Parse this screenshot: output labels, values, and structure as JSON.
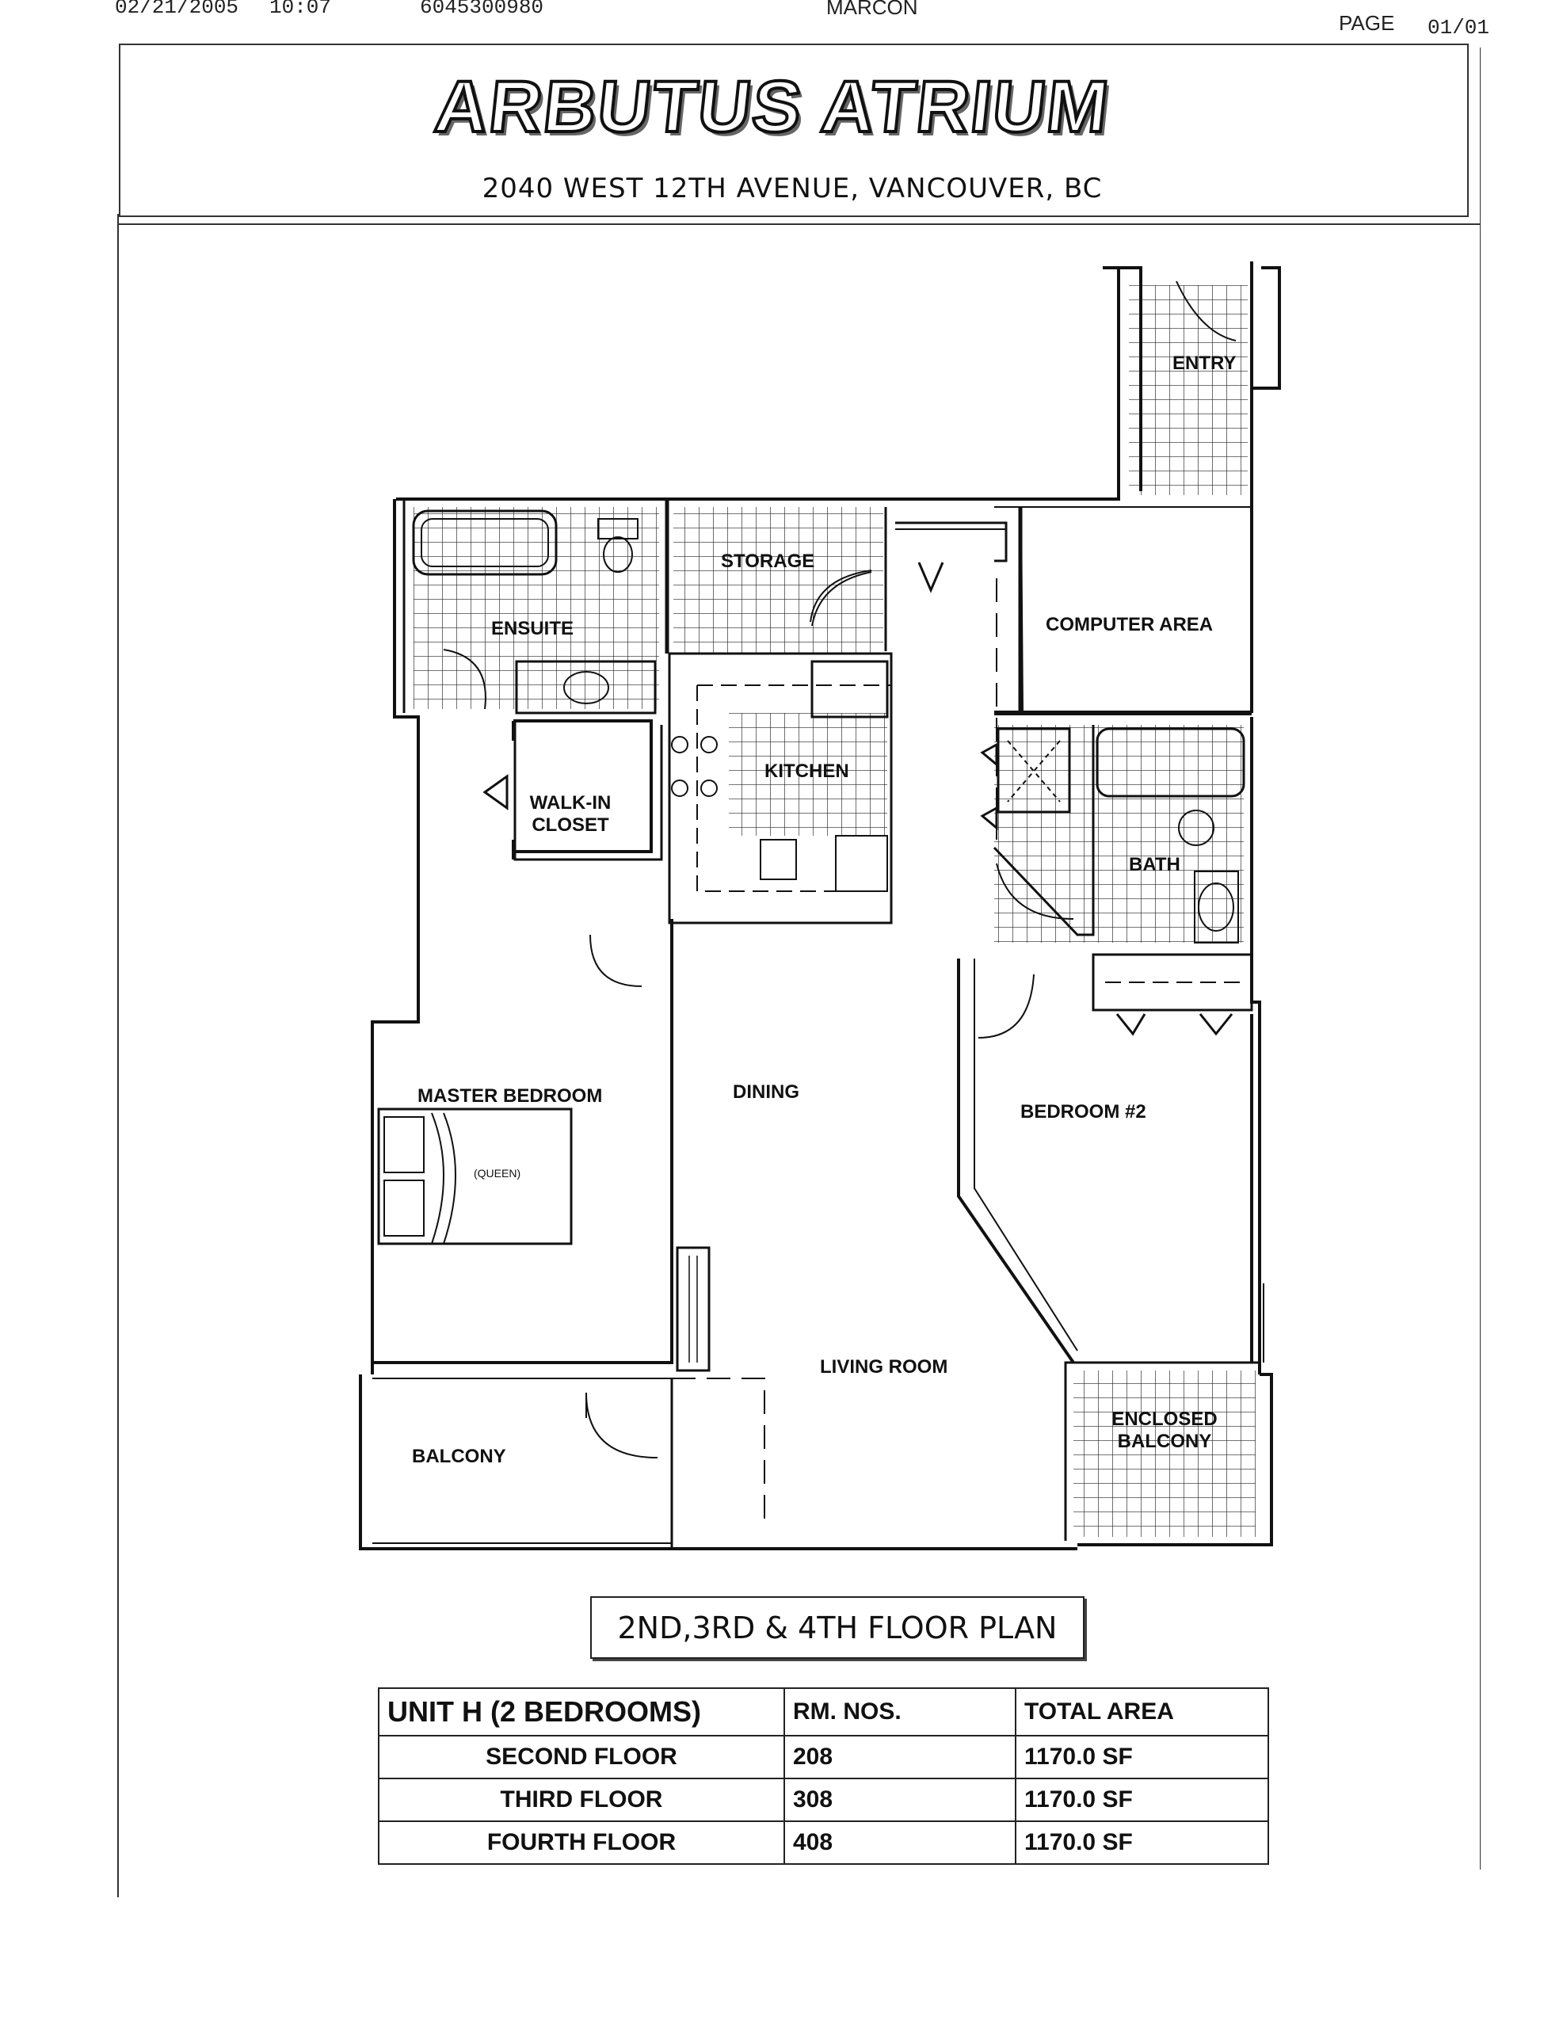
{
  "fax_header": {
    "date": "02/21/2005",
    "time": "10:07",
    "phone": "6045300980",
    "sender": "MARCON",
    "page_label": "PAGE",
    "page_number": "01/01"
  },
  "title": {
    "logo_text": "ARBUTUS ATRIUM",
    "address": "2040 WEST 12TH AVENUE, VANCOUVER, BC"
  },
  "rooms": {
    "entry": "ENTRY",
    "storage": "STORAGE",
    "ensuite": "ENSUITE",
    "computer_area": "COMPUTER AREA",
    "kitchen": "KITCHEN",
    "walk_in_closet_1": "WALK-IN",
    "walk_in_closet_2": "CLOSET",
    "bath": "BATH",
    "master_bedroom": "MASTER BEDROOM",
    "queen": "(QUEEN)",
    "dining": "DINING",
    "bedroom2": "BEDROOM #2",
    "living_room": "LIVING ROOM",
    "enclosed_balcony_1": "ENCLOSED",
    "enclosed_balcony_2": "BALCONY",
    "balcony": "BALCONY"
  },
  "plan_title": "2ND,3RD & 4TH FLOOR PLAN",
  "unit_table": {
    "headers": [
      "UNIT H (2 BEDROOMS)",
      "RM. NOS.",
      "TOTAL AREA"
    ],
    "rows": [
      {
        "floor": "SECOND FLOOR",
        "room": "208",
        "area": "1170.0 SF"
      },
      {
        "floor": "THIRD FLOOR",
        "room": "308",
        "area": "1170.0 SF"
      },
      {
        "floor": "FOURTH FLOOR",
        "room": "408",
        "area": "1170.0 SF"
      }
    ]
  }
}
